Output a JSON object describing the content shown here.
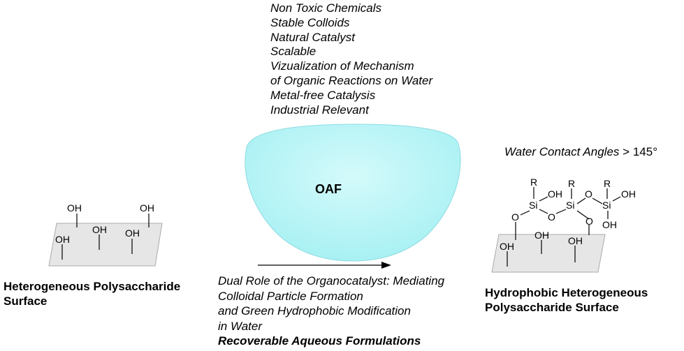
{
  "features": [
    "Non Toxic Chemicals",
    "Stable Colloids",
    "Natural Catalyst",
    "Scalable",
    "Vizualization of Mechanism",
    "of Organic Reactions on Water",
    "Metal-free Catalysis",
    "Industrial Relevant"
  ],
  "droplet_label": "OAF",
  "contact_angle": {
    "prefix": "Water Contact Angles",
    "symbol": ">",
    "value": "145°"
  },
  "left_label": [
    "Heterogeneous Polysaccharide",
    "Surface"
  ],
  "right_label": [
    "Hydrophobic Heterogeneous",
    "Polysaccharide Surface"
  ],
  "caption": [
    "Dual Role of the Organocatalyst: Mediating",
    "Colloidal Particle Formation",
    "and Green Hydrophobic Modification",
    "in Water"
  ],
  "caption_bold": "Recoverable Aqueous Formulations",
  "chem": {
    "oh": "OH",
    "si": "Si",
    "o": "O",
    "r": "R"
  },
  "colors": {
    "droplet": "#a6f0f3",
    "surface": "#e6e6e6",
    "surface_edge": "#aaaaaa"
  }
}
